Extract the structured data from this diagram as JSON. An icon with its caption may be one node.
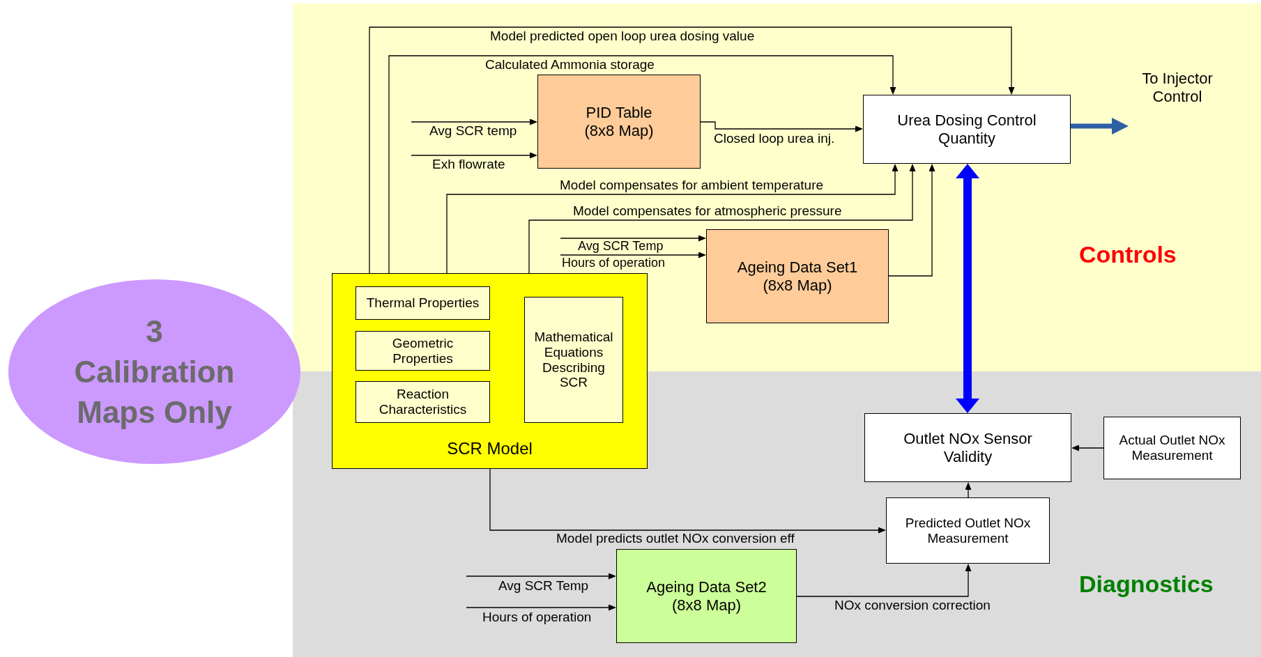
{
  "diagram": {
    "nodes": [
      {
        "text": [
          "Controls"
        ]
      },
      {
        "text": [
          "PID Table (8x8 Map)"
        ],
        "in": 0
      },
      {
        "text": [
          "Urea Dosing Control Quantity"
        ],
        "in": 0
      },
      {
        "text": [
          "Ageing Data Set1 (8x8 Map)"
        ],
        "in": 0
      },
      {
        "text": [
          "3 Calibration Maps Only"
        ]
      },
      {
        "text": [
          "SCR Model"
        ]
      },
      {
        "text": [
          "Thermal Properties"
        ]
      },
      {
        "text": [
          "Geometric Properties"
        ]
      },
      {
        "text": [
          "Reaction Characteristics"
        ]
      },
      {
        "text": [
          "Mathematical Equations Describing SCR"
        ],
        "in": 5
      },
      {
        "text": [
          "Diagnostics"
        ]
      },
      {
        "text": [
          "Outlet NOx Sensor Validity"
        ],
        "in": 10
      },
      {
        "text": [
          "Actual Outlet NOx Measurement"
        ],
        "in": 10
      },
      {
        "text": [
          "Predicted Outlet NOx Measurement"
        ],
        "in": 10
      },
      {
        "text": [
          "Ageing Data Set2 (8x8 Map)"
        ],
        "in": 10
      },
      {
        "text": [
          "To Injector Control"
        ],
        "in": 0
      }
    ],
    "edges": [
      {
        "from": 5,
        "to": 2,
        "arrow": "to",
        "label": "Model predicted open loop urea dosing value"
      },
      {
        "from": 5,
        "to": 2,
        "arrow": "to",
        "label": "Calculated Ammonia storage"
      },
      {
        "from": null,
        "to": 1,
        "arrow": "to",
        "label": "Avg SCR temp"
      },
      {
        "from": null,
        "to": 1,
        "arrow": "to",
        "label": "Exh flowrate"
      },
      {
        "from": 1,
        "to": 2,
        "arrow": "to",
        "label": "Closed loop urea inj."
      },
      {
        "from": 5,
        "to": 2,
        "arrow": "to",
        "label": "Model compensates for ambient temperature"
      },
      {
        "from": 5,
        "to": 2,
        "arrow": "to",
        "label": "Model compensates for atmospheric pressure"
      },
      {
        "from": null,
        "to": 3,
        "arrow": "to",
        "label": "Avg SCR Temp"
      },
      {
        "from": null,
        "to": 3,
        "arrow": "to",
        "label": "Hours of operation"
      },
      {
        "from": 3,
        "to": 2,
        "arrow": "to"
      },
      {
        "from": 2,
        "to": 15,
        "arrow": "to",
        "style": "thick",
        "color": "#2e5fa5"
      },
      {
        "from": 2,
        "to": 11,
        "arrow": "both",
        "style": "thick",
        "color": "#0000ff"
      },
      {
        "from": 12,
        "to": 11,
        "arrow": "to"
      },
      {
        "from": 13,
        "to": 11,
        "arrow": "to"
      },
      {
        "from": 5,
        "to": 13,
        "arrow": "to",
        "label": "Model predicts outlet NOx conversion eff"
      },
      {
        "from": null,
        "to": 14,
        "arrow": "to",
        "label": "Avg SCR Temp"
      },
      {
        "from": null,
        "to": 14,
        "arrow": "to",
        "label": "Hours of operation"
      },
      {
        "from": 14,
        "to": 13,
        "arrow": "to",
        "label": "NOx conversion correction"
      }
    ]
  }
}
